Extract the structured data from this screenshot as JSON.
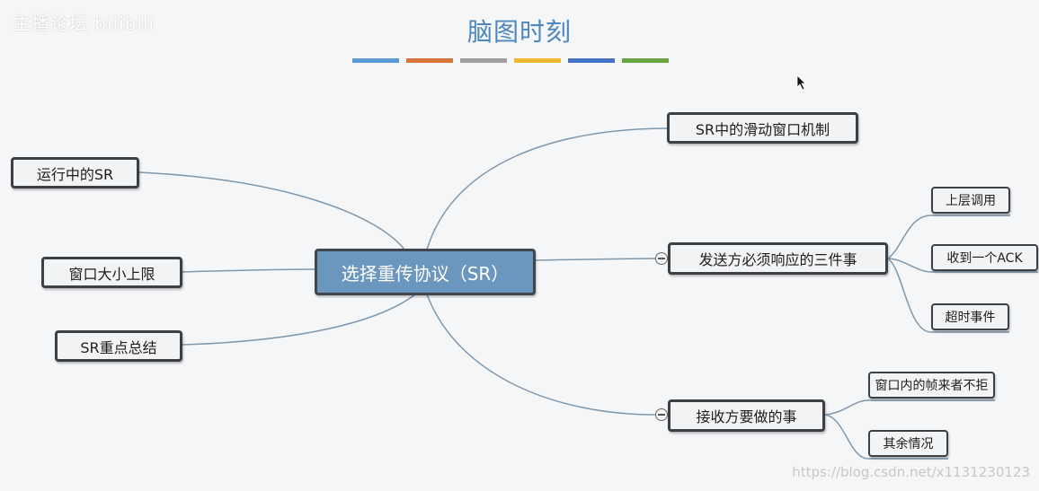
{
  "watermark_top_left": "主播论坛 bilibili",
  "watermark_bottom_right": "https://blog.csdn.net/x1131230123",
  "title": "脑图时刻",
  "color_bars": [
    "#5b9bd5",
    "#d6763a",
    "#a0a0a0",
    "#f2b630",
    "#4472c4",
    "#6aa342"
  ],
  "center": "选择重传协议（SR）",
  "left_nodes": [
    "运行中的SR",
    "窗口大小上限",
    "SR重点总结"
  ],
  "right_nodes": {
    "sliding_window": "SR中的滑动窗口机制",
    "sender": {
      "label": "发送方必须响应的三件事",
      "children": [
        "上层调用",
        "收到一个ACK",
        "超时事件"
      ]
    },
    "receiver": {
      "label": "接收方要做的事",
      "children": [
        "窗口内的帧来者不拒",
        "其余情况"
      ]
    }
  },
  "line_color": "#7d97ad"
}
